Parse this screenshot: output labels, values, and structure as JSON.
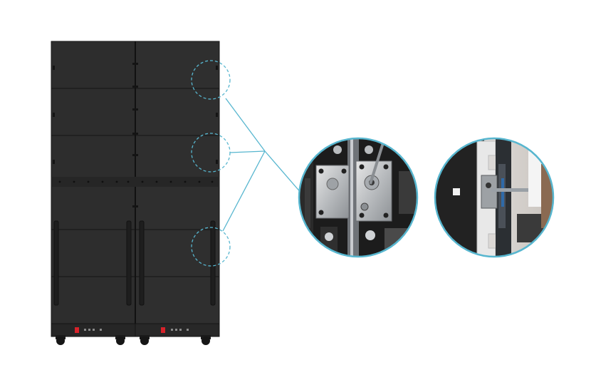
{
  "colors": {
    "background": "#ffffff",
    "cabinet": "#2e2e2e",
    "cabinet_edge": "#1a1a1a",
    "accent_line": "#57b6cf",
    "power_switch": "#d8222a"
  },
  "product": {
    "cabinet_columns": 2,
    "module_rows": 6,
    "callout_markers": 3,
    "detail_views": [
      "lock-closeup",
      "side-lock-closeup"
    ]
  }
}
